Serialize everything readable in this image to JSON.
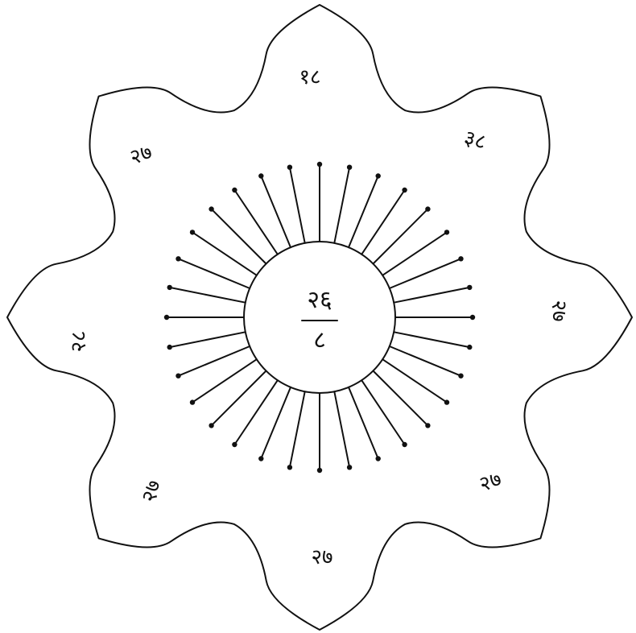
{
  "diagram": {
    "petal_labels": [
      {
        "position": "top",
        "text": "१८"
      },
      {
        "position": "top-right",
        "text": "३८"
      },
      {
        "position": "right",
        "text": "२७"
      },
      {
        "position": "bottom-right",
        "text": "२७"
      },
      {
        "position": "bottom",
        "text": "२७"
      },
      {
        "position": "bottom-left",
        "text": "२७"
      },
      {
        "position": "left",
        "text": "२८"
      },
      {
        "position": "top-left",
        "text": "२७"
      }
    ],
    "center": {
      "numerator": "२६",
      "denominator": "८"
    },
    "ray_count": 32
  }
}
